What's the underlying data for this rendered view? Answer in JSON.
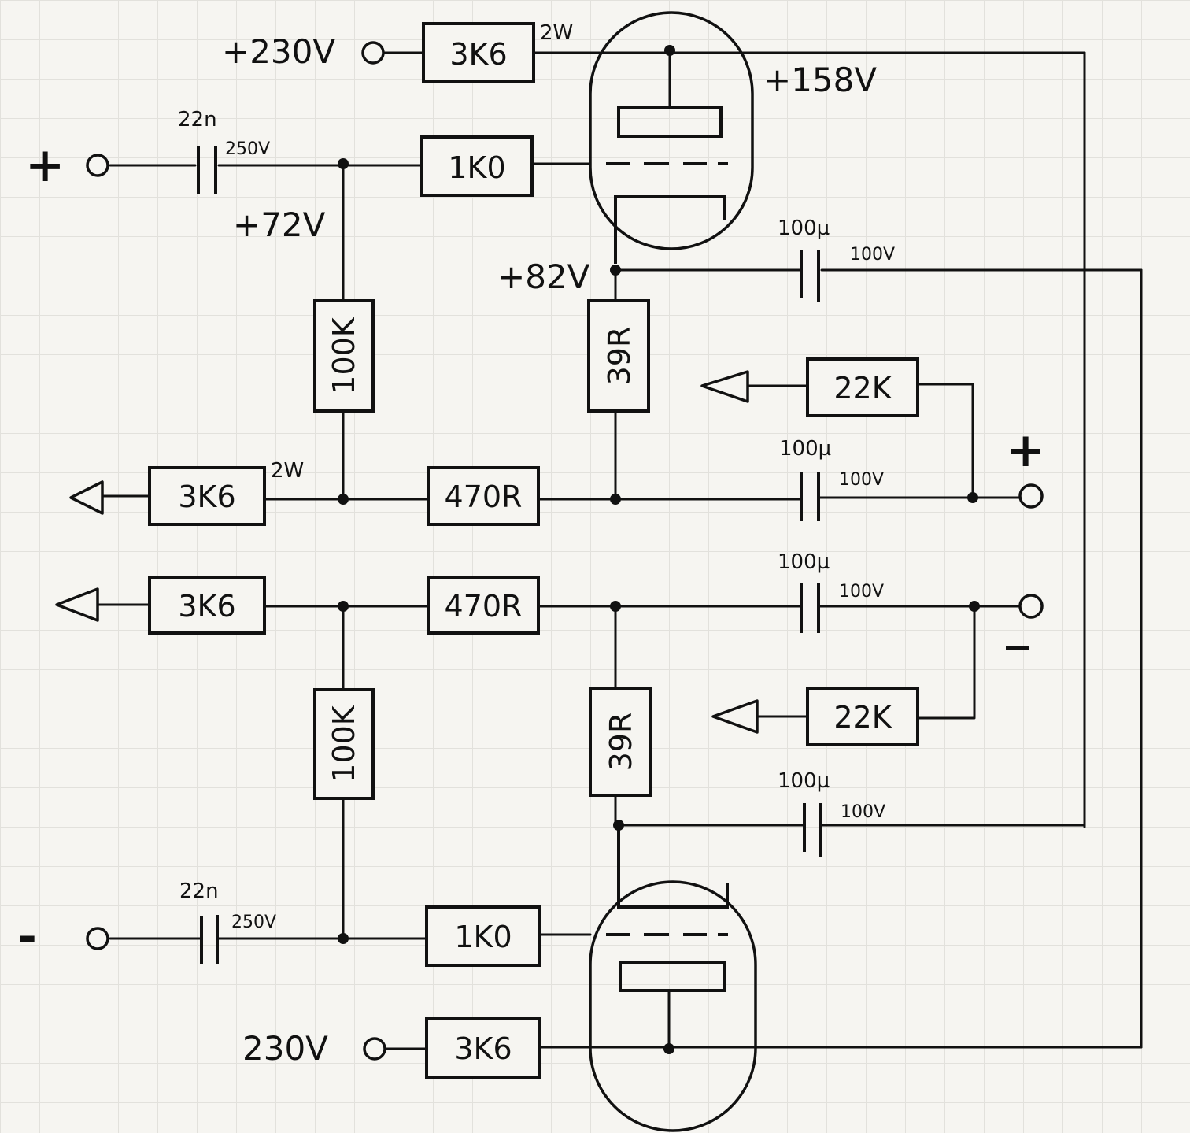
{
  "labels": {
    "v_top": "+230V",
    "v_bottom": "230V",
    "v_anode": "+158V",
    "v_grid": "+72V",
    "v_cathode": "+82V",
    "plus_sign": "+",
    "minus_sign": "-",
    "minus_out": "_",
    "plus_out": "+"
  },
  "components": {
    "r_anode_top": "3K6",
    "r_anode_top_power": "2W",
    "c_in_top": "22n",
    "c_in_top_v": "250V",
    "r_grid_top": "1K0",
    "r_bias_top": "100K",
    "r_cath_top": "39R",
    "c_fb_top": "100µ",
    "c_fb_top_v": "100V",
    "r_fb_top": "22K",
    "r_load_top": "3K6",
    "r_load_top_power": "2W",
    "r_470_top": "470R",
    "c_out_top": "100µ",
    "c_out_top_v": "100V",
    "r_load_bot": "3K6",
    "r_470_bot": "470R",
    "c_out_bot": "100µ",
    "c_out_bot_v": "100V",
    "r_bias_bot": "100K",
    "r_cath_bot": "39R",
    "r_fb_bot": "22K",
    "c_fb_bot": "100µ",
    "c_fb_bot_v": "100V",
    "c_in_bot": "22n",
    "c_in_bot_v": "250V",
    "r_grid_bot": "1K0",
    "r_anode_bot": "3K6"
  }
}
